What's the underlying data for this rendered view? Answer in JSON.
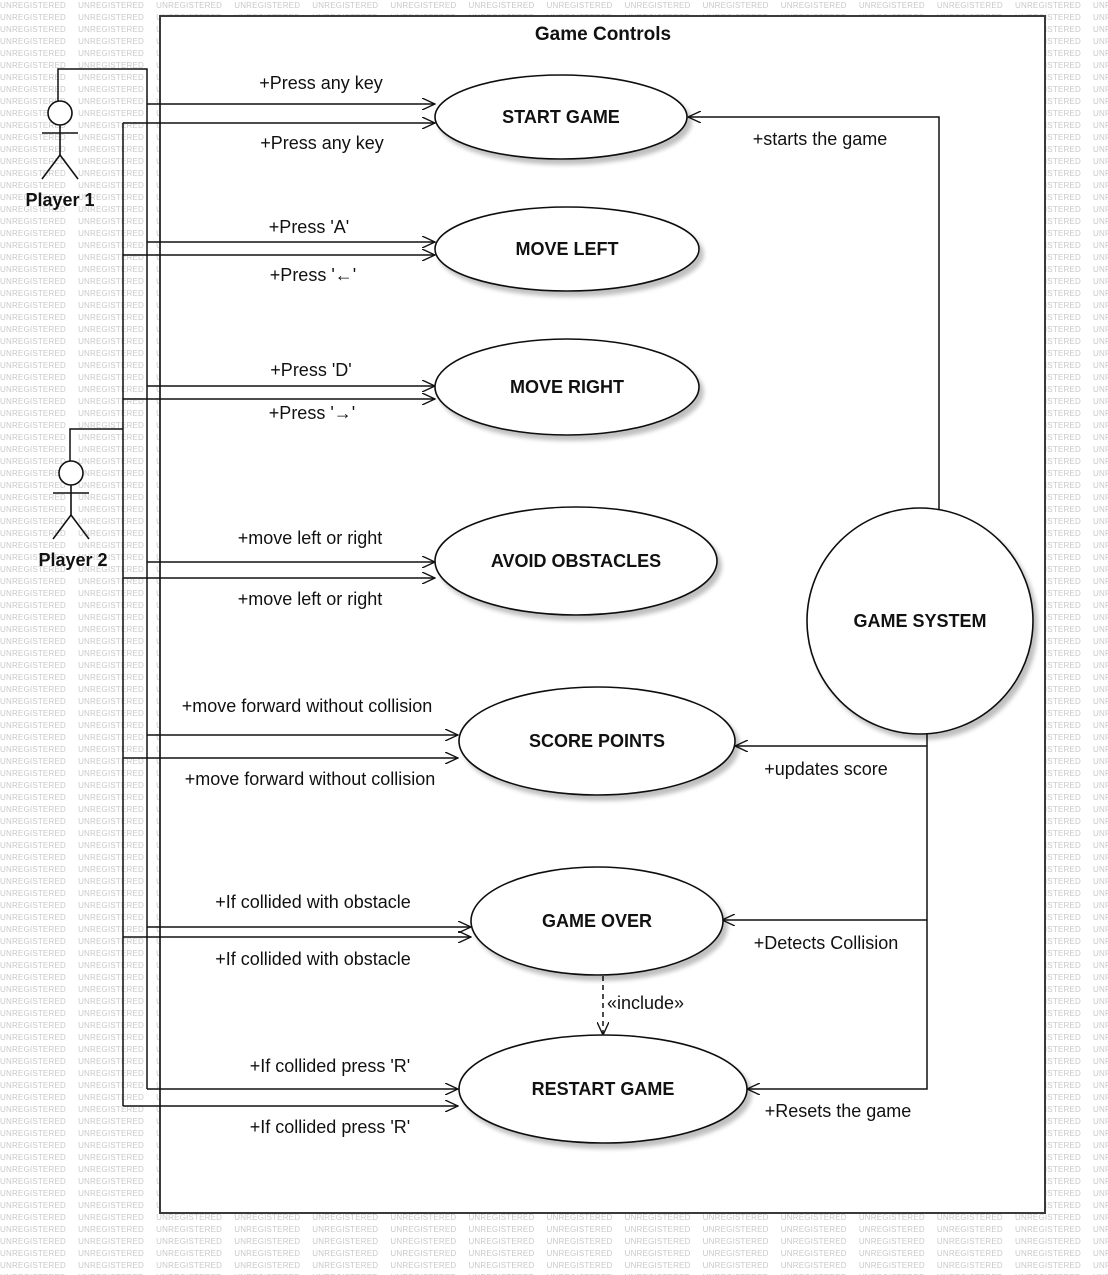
{
  "watermark": "UNREGISTERED",
  "boundary": {
    "title": "Game Controls"
  },
  "actors": {
    "player1": "Player 1",
    "player2": "Player 2",
    "system": "GAME SYSTEM"
  },
  "use_cases": {
    "start_game": "START GAME",
    "move_left": "MOVE LEFT",
    "move_right": "MOVE RIGHT",
    "avoid_obstacles": "AVOID OBSTACLES",
    "score_points": "SCORE POINTS",
    "game_over": "GAME OVER",
    "restart_game": "RESTART GAME"
  },
  "labels": {
    "p1_start": "+Press any key",
    "p2_start": "+Press any key",
    "p1_left": "+Press 'A'",
    "p2_left": "+Press '←'",
    "p1_right": "+Press 'D'",
    "p2_right": "+Press '→'",
    "p1_avoid": "+move left or right",
    "p2_avoid": "+move left or right",
    "p1_score": "+move forward without collision",
    "p2_score": "+move forward without collision",
    "p1_gameover": "+If collided with obstacle",
    "p2_gameover": "+If collided with obstacle",
    "p1_restart": "+If collided press 'R'",
    "p2_restart": "+If collided press 'R'",
    "sys_start": "+starts the game",
    "sys_score": "+updates score",
    "sys_gameover": "+Detects Collision",
    "sys_restart": "+Resets the game",
    "include": "«include»"
  }
}
